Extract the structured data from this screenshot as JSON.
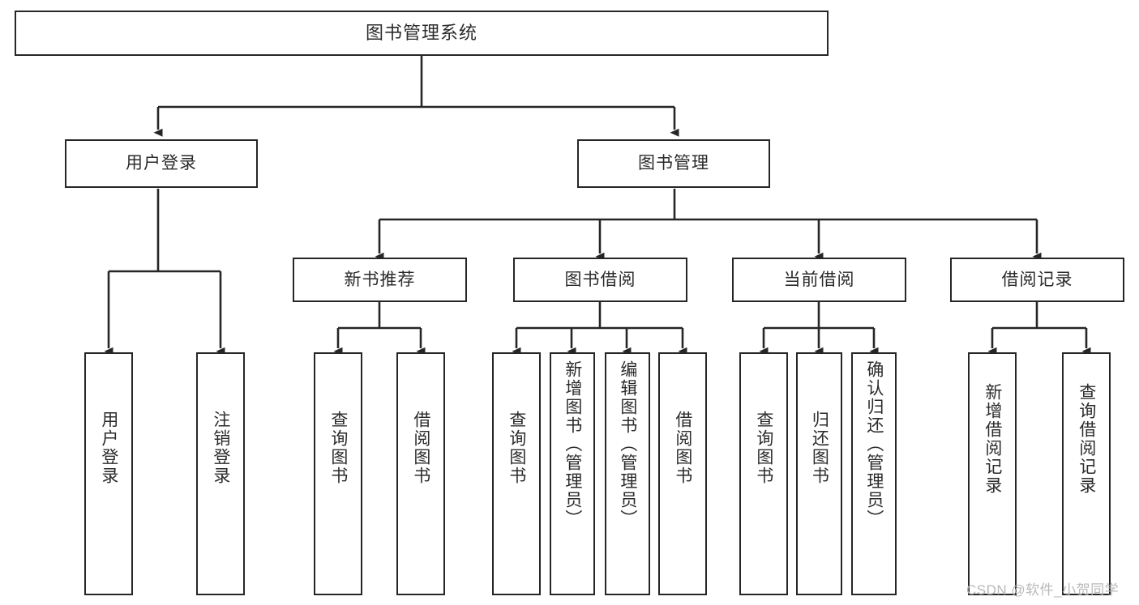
{
  "diagram": {
    "title": "图书管理系统",
    "type": "functional-structure-tree",
    "background_color": "#ffffff",
    "line_color": "#262626",
    "text_color": "#2b2b2b"
  },
  "nodes": {
    "root": {
      "label": "图书管理系统",
      "level": 1
    },
    "user_login": {
      "label": "用户登录",
      "level": 2
    },
    "book_manage": {
      "label": "图书管理",
      "level": 2
    },
    "new_book_rec": {
      "label": "新书推荐",
      "level": 3
    },
    "book_borrow": {
      "label": "图书借阅",
      "level": 3
    },
    "current_borrow": {
      "label": "当前借阅",
      "level": 3
    },
    "borrow_record": {
      "label": "借阅记录",
      "level": 3
    },
    "leaf_user_login": {
      "label": "用户登录",
      "level": 3
    },
    "leaf_logout": {
      "label": "注销登录",
      "level": 3
    },
    "leaf_query_book_1": {
      "label": "查询图书",
      "level": 4
    },
    "leaf_borrow_book_1": {
      "label": "借阅图书",
      "level": 4
    },
    "leaf_query_book_2": {
      "label": "查询图书",
      "level": 4
    },
    "leaf_add_book": {
      "label": "新增图书（管理员）",
      "level": 4
    },
    "leaf_edit_book": {
      "label": "编辑图书（管理员）",
      "level": 4
    },
    "leaf_borrow_book_2": {
      "label": "借阅图书",
      "level": 4
    },
    "leaf_query_book_3": {
      "label": "查询图书",
      "level": 4
    },
    "leaf_return_book": {
      "label": "归还图书",
      "level": 4
    },
    "leaf_confirm_return": {
      "label": "确认归还（管理员）",
      "level": 4
    },
    "leaf_add_record": {
      "label": "新增借阅记录",
      "level": 4
    },
    "leaf_query_record": {
      "label": "查询借阅记录",
      "level": 4
    }
  },
  "watermark": {
    "text": "CSDN @软件_小贺同学"
  }
}
